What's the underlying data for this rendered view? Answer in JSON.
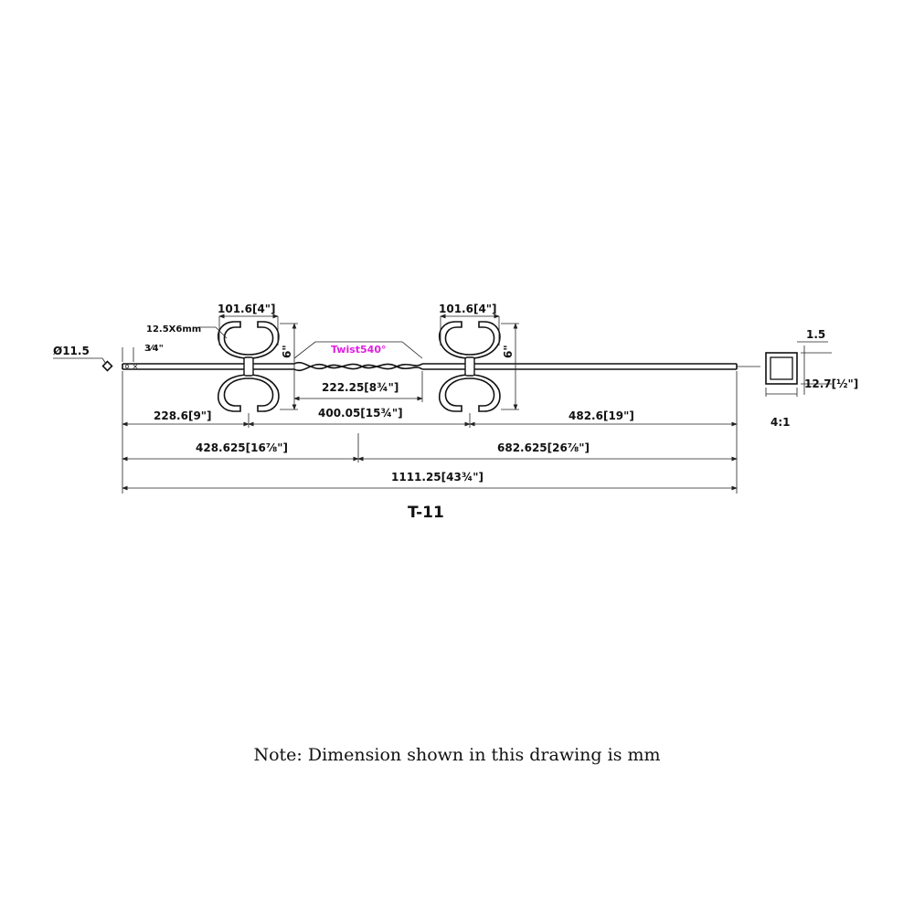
{
  "drawing": {
    "part_number": "T-11",
    "note": "Note: Dimension shown in this drawing is mm",
    "scale": "4:1",
    "twist_label": "Twist540°",
    "accent_color": "#e020e0",
    "dims": {
      "diameter": "Ø11.5",
      "width_left": "101.6[4\"]",
      "width_right": "101.6[4\"]",
      "scroll_size": "12.5X6mm",
      "fraction_three_quarter": "3⁄4\"",
      "height_left": "6\"",
      "height_right": "6\"",
      "twist_length": "222.25[8¾\"]",
      "to_first_scroll": "228.6[9\"]",
      "between_scrolls": "400.05[15¾\"]",
      "to_end": "482.6[19\"]",
      "left_segment": "428.625[16⅞\"]",
      "right_segment": "682.625[26⅞\"]",
      "overall": "1111.25[43¾\"]",
      "wall_thickness": "1.5",
      "tube_size": "12.7[½\"]"
    }
  }
}
